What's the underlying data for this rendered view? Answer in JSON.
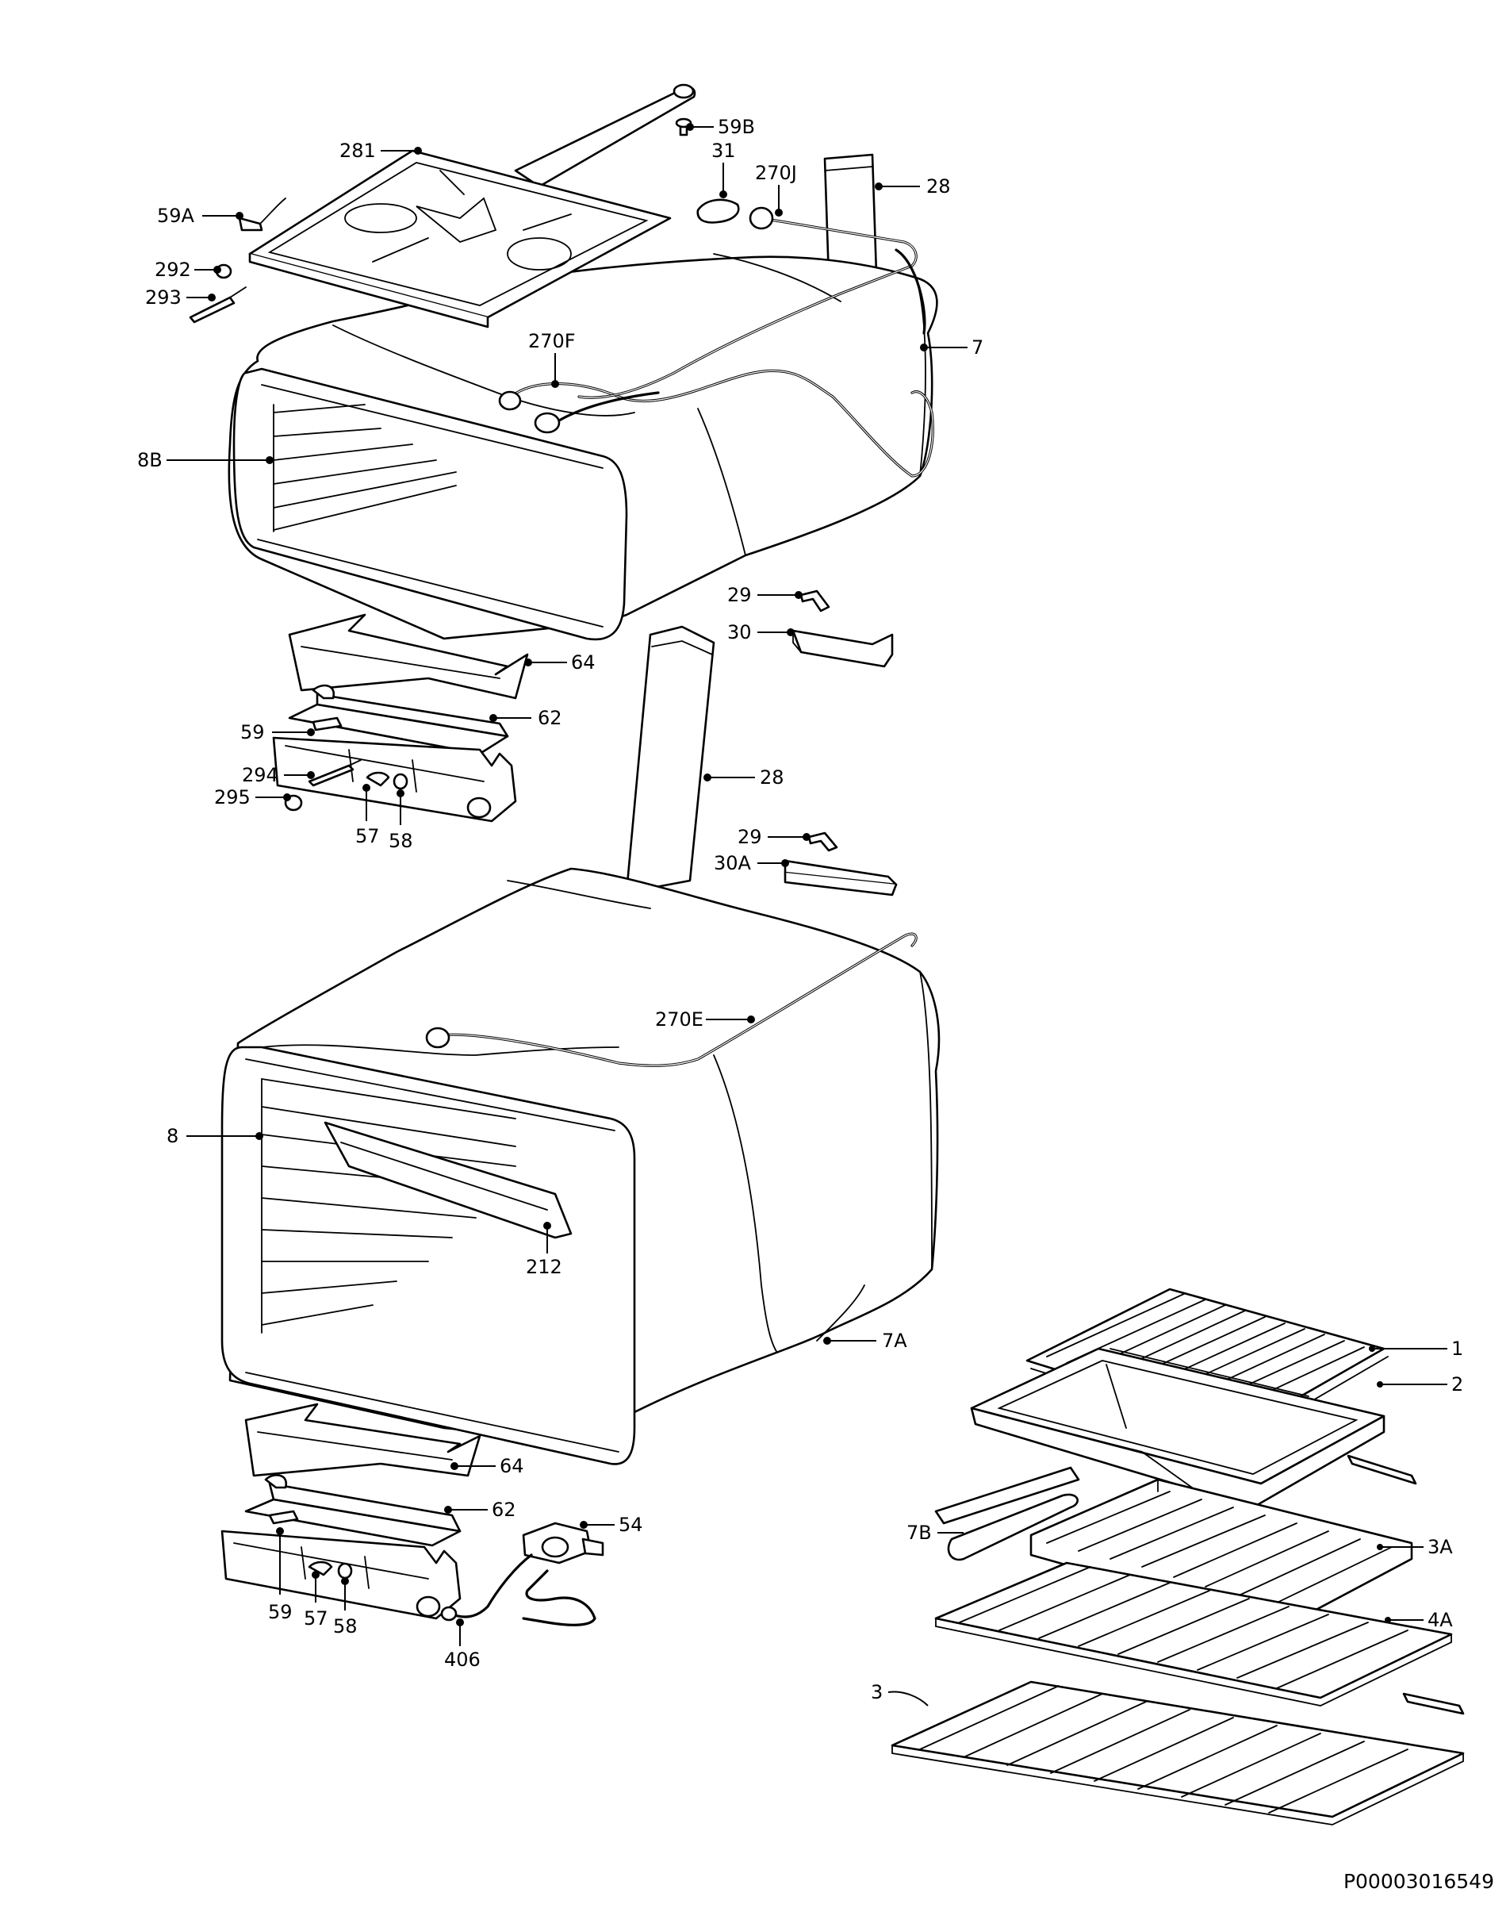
{
  "labels": {
    "l59B": "59B",
    "l281": "281",
    "l31": "31",
    "l270J": "270J",
    "l28top": "28",
    "l59A": "59A",
    "l292": "292",
    "l293": "293",
    "l7": "7",
    "l270F": "270F",
    "l8B": "8B",
    "l29a": "29",
    "l30": "30",
    "l64a": "64",
    "l62a": "62",
    "l59a": "59",
    "l294": "294",
    "l295": "295",
    "l57a": "57",
    "l58a": "58",
    "l28mid": "28",
    "l29b": "29",
    "l30A": "30A",
    "l270E": "270E",
    "l8": "8",
    "l212": "212",
    "l7A": "7A",
    "l1": "1",
    "l2": "2",
    "l64b": "64",
    "l62b": "62",
    "l54": "54",
    "l7B": "7B",
    "l3A": "3A",
    "l59b": "59",
    "l57b": "57",
    "l58b": "58",
    "l406": "406",
    "l4A": "4A",
    "l3": "3"
  },
  "document_code": "P00003016549"
}
